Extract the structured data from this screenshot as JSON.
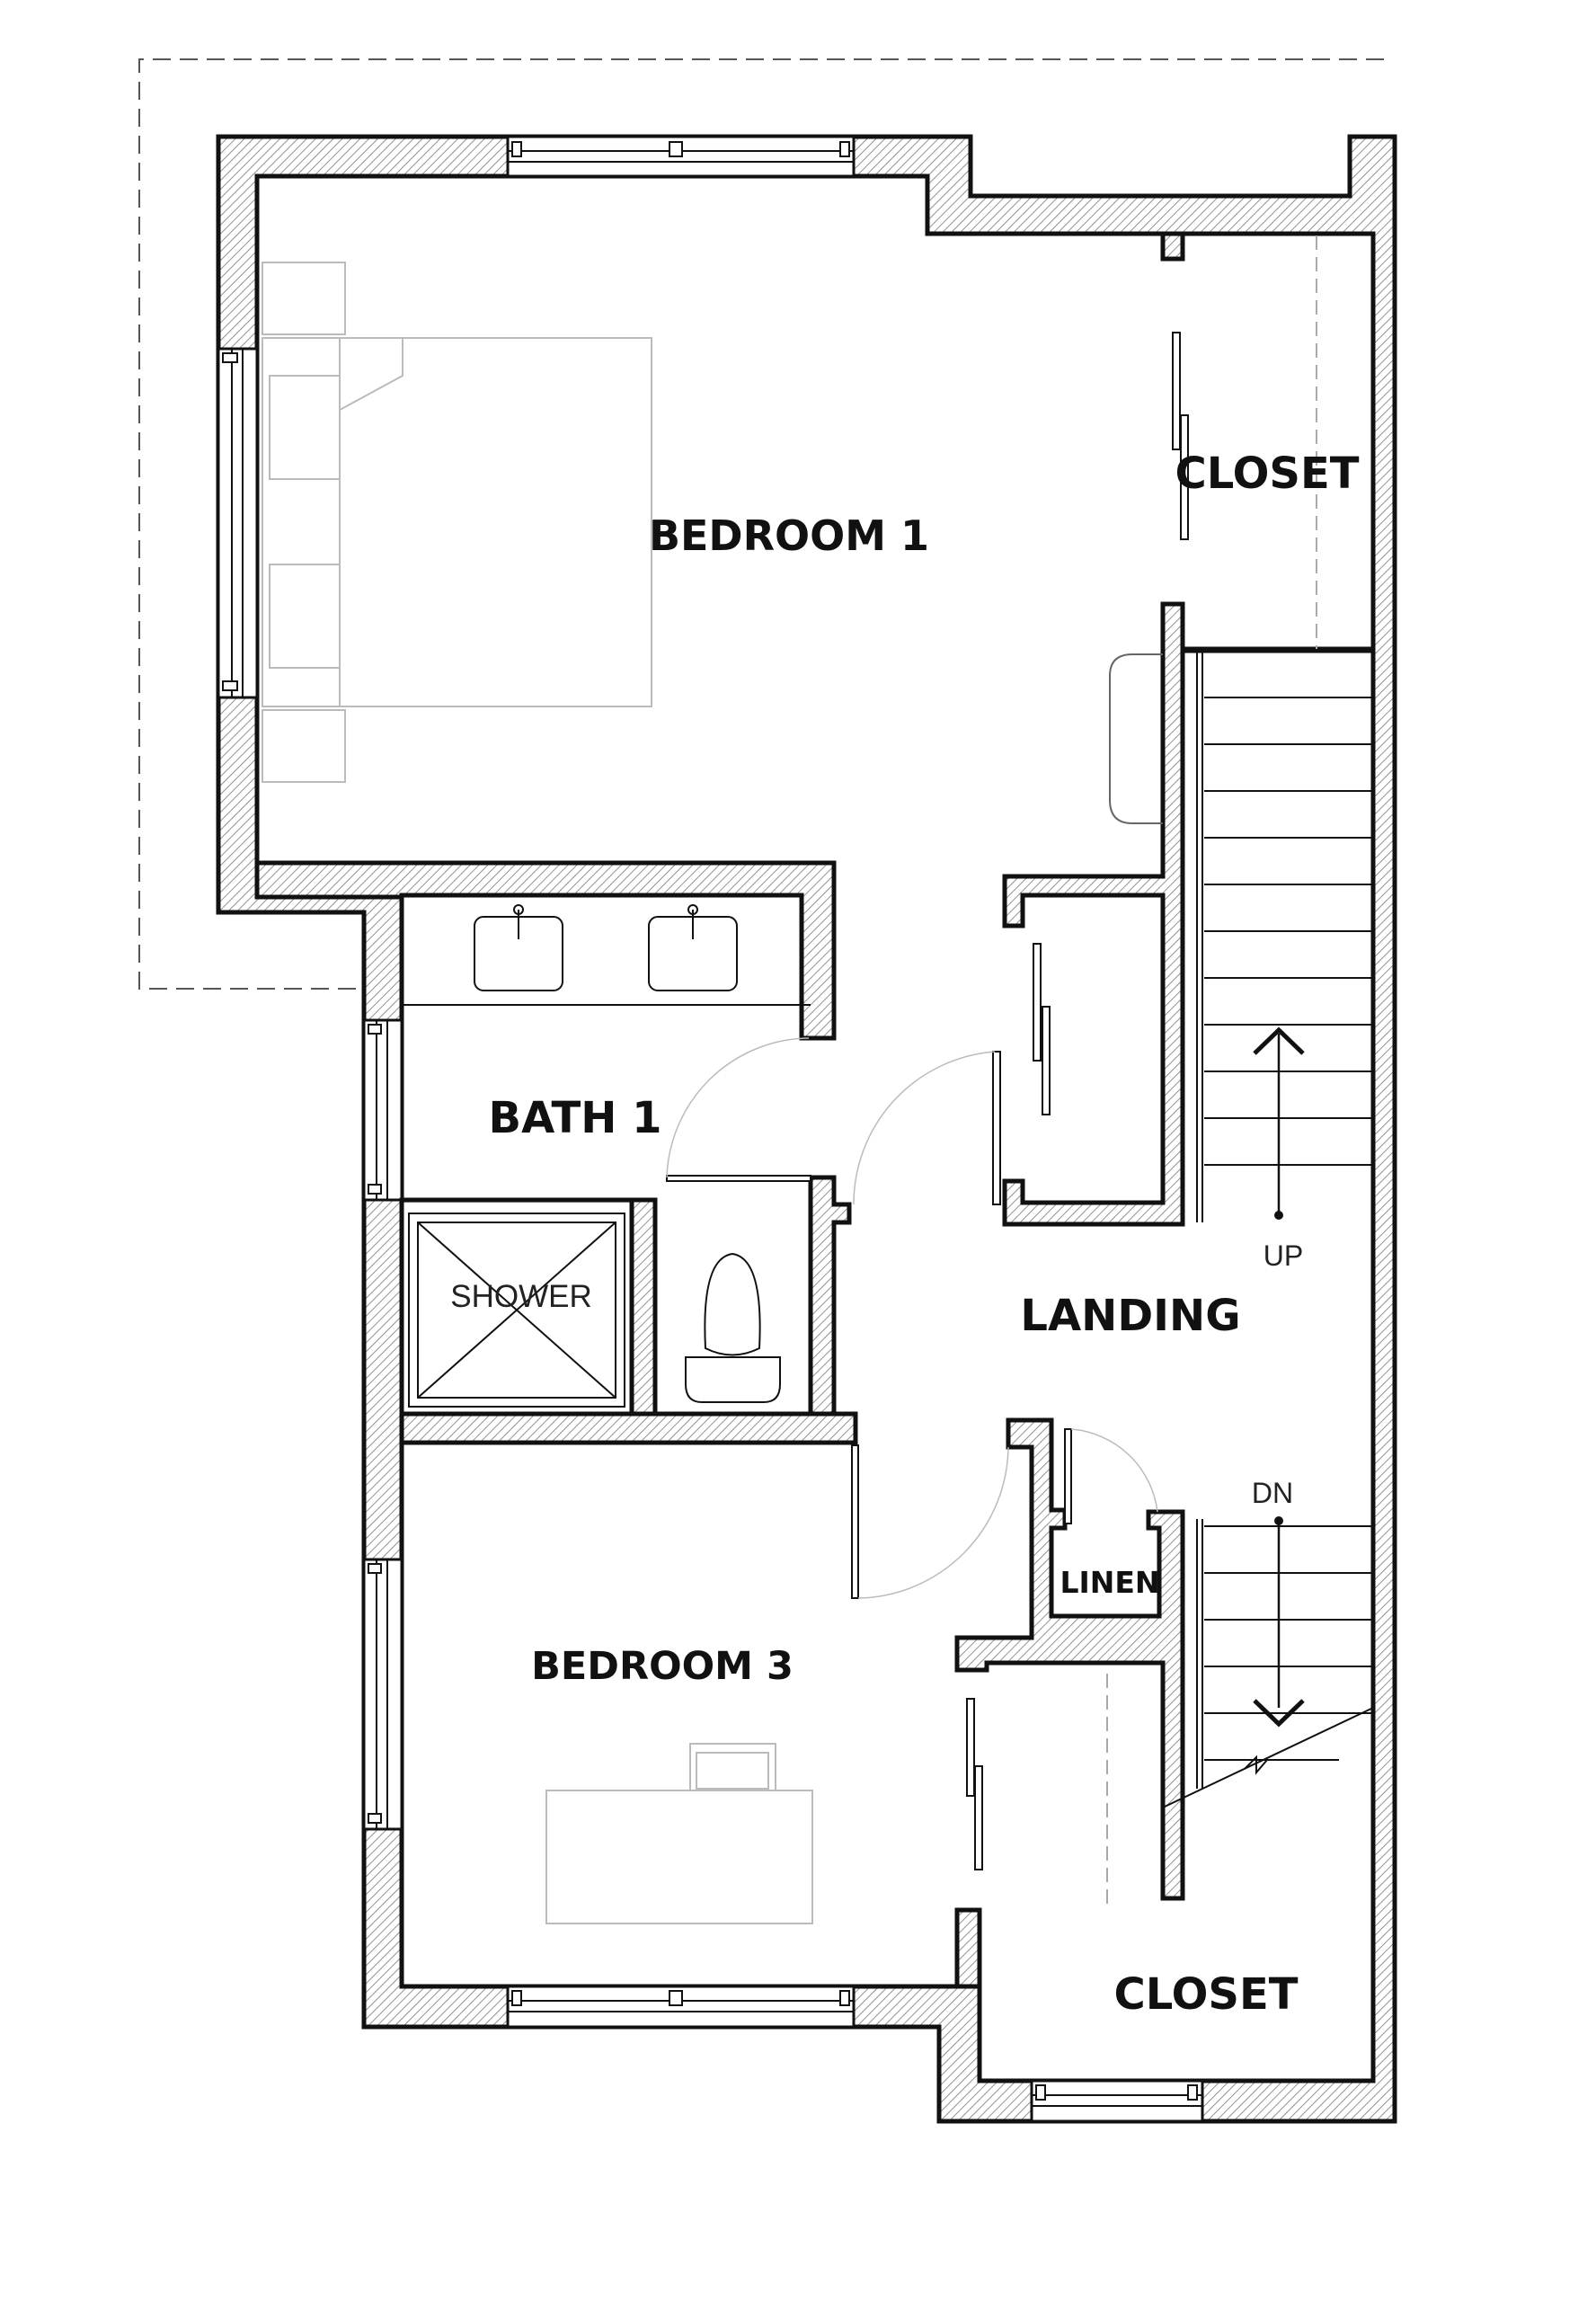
{
  "rooms": {
    "bedroom1": "BEDROOM 1",
    "closet_top": "CLOSET",
    "bath1": "BATH 1",
    "shower": "SHOWER",
    "landing": "LANDING",
    "linen": "LINEN",
    "bedroom3": "BEDROOM 3",
    "closet_bottom": "CLOSET"
  },
  "stairs": {
    "up": "UP",
    "down": "DN"
  }
}
